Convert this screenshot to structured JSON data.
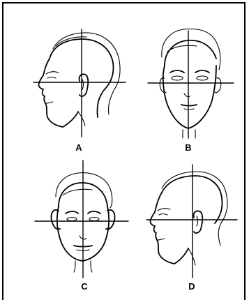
{
  "figures": [
    {
      "id": "A",
      "label": "A",
      "view": "left-profile"
    },
    {
      "id": "B",
      "label": "B",
      "view": "front"
    },
    {
      "id": "C",
      "label": "C",
      "view": "front"
    },
    {
      "id": "D",
      "label": "D",
      "view": "left-profile"
    }
  ]
}
